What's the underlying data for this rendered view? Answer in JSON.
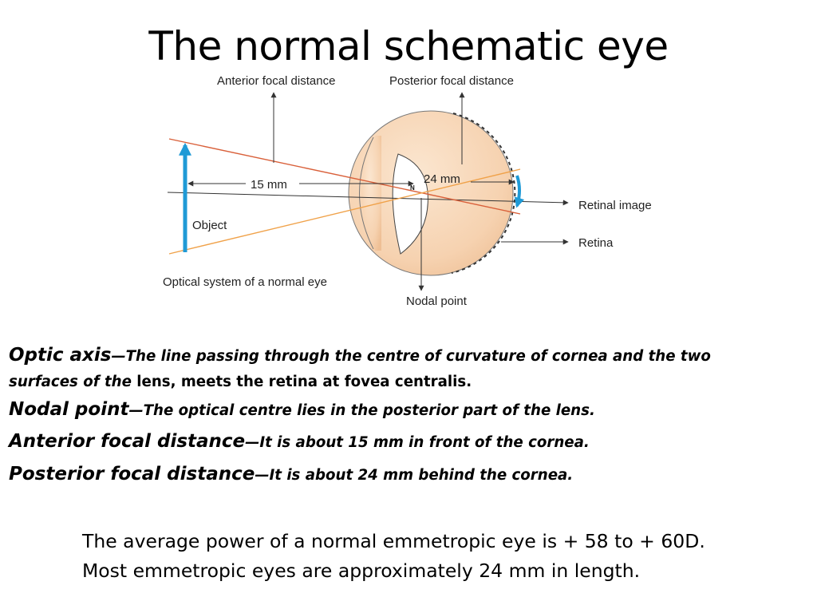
{
  "title": "The normal schematic eye",
  "diagram": {
    "labels": {
      "anterior_focal_distance": "Anterior focal distance",
      "posterior_focal_distance": "Posterior focal distance",
      "distance_15": "15 mm",
      "distance_24": "24 mm",
      "nodal_marker": "N",
      "object": "Object",
      "retinal_image": "Retinal image",
      "retina": "Retina",
      "optical_system": "Optical system of a normal eye",
      "nodal_point": "Nodal point"
    },
    "colors": {
      "eyeball_fill": "#f6d2b0",
      "object_arrow": "#1f9ad6",
      "ray_red": "#d9603a",
      "ray_orange": "#f0a24a",
      "line_dark": "#333333"
    }
  },
  "definitions": {
    "optic_axis": {
      "term": "Optic axis",
      "desc_italic": "—The line passing through the centre of curvature of cornea and the two",
      "desc_italic_2": "surfaces of the",
      "desc_plain": " lens, meets the retina at fovea centralis."
    },
    "nodal_point": {
      "term": "Nodal point",
      "desc": "—The optical centre lies in the posterior part of the lens."
    },
    "anterior_focal_distance": {
      "term": "Anterior focal distance",
      "desc": "—It is about 15 mm in front of the cornea."
    },
    "posterior_focal_distance": {
      "term": "Posterior focal distance",
      "desc": "—It is about 24 mm behind the cornea."
    }
  },
  "summary": {
    "line1": "The average power of a normal emmetropic eye is + 58  to + 60D.",
    "line2": "Most emmetropic eyes are approximately 24 mm in length."
  }
}
